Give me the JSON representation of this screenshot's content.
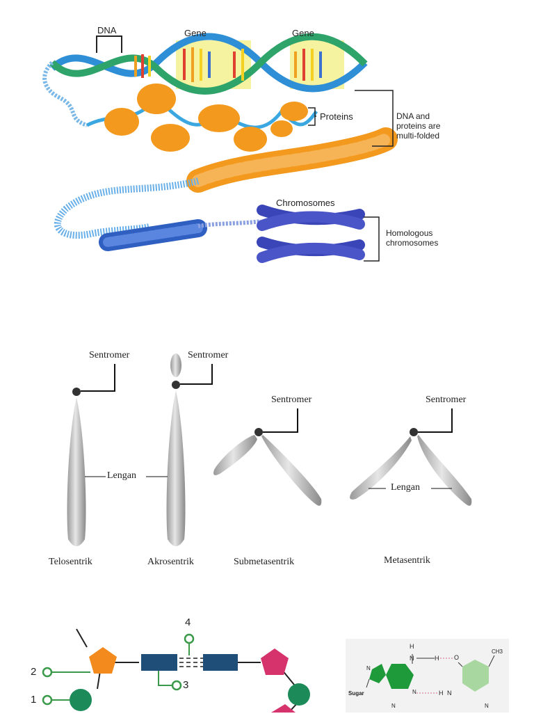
{
  "dna_panel": {
    "dna_label": "DNA",
    "gene_labels": [
      "Gene",
      "Gene"
    ],
    "proteins_label": "Proteins",
    "multi_folded_label": "DNA and\nproteins are\nmulti-folded",
    "chromosomes_label": "Chromosomes",
    "homologous_label": "Homologous\nchromosomes",
    "colors": {
      "helix": "#3aa7e0",
      "gene_highlight": "#f6f3a0",
      "histone": "#f39a1e",
      "chromosome": "#3a45b8"
    }
  },
  "centromere_panel": {
    "types": [
      {
        "name": "Telosentrik",
        "centromere": "Sentromer",
        "arm_label": "Lengan"
      },
      {
        "name": "Akrosentrik",
        "centromere": "Sentromer"
      },
      {
        "name": "Submetasentrik",
        "centromere": "Sentromer"
      },
      {
        "name": "Metasentrik",
        "centromere": "Sentromer",
        "arm_label": "Lengan"
      }
    ]
  },
  "nucleotide_panel": {
    "callouts": [
      "4",
      "2",
      "3",
      "1"
    ],
    "colors": {
      "sugar": "#f28a1e",
      "phosphate": "#1d8a5a",
      "base": "#1f4e79",
      "pink": "#d6336c",
      "callout": "#3a9a4a"
    }
  },
  "base_pair_panel": {
    "sugar_label": "Sugar",
    "atoms": [
      "H",
      "N",
      "H",
      "O",
      "CH3",
      "H",
      "N",
      "N",
      "N",
      "N",
      "N"
    ],
    "colors": {
      "purine": "#1e9a3a",
      "pyrimidine": "#a8d8a0"
    }
  }
}
